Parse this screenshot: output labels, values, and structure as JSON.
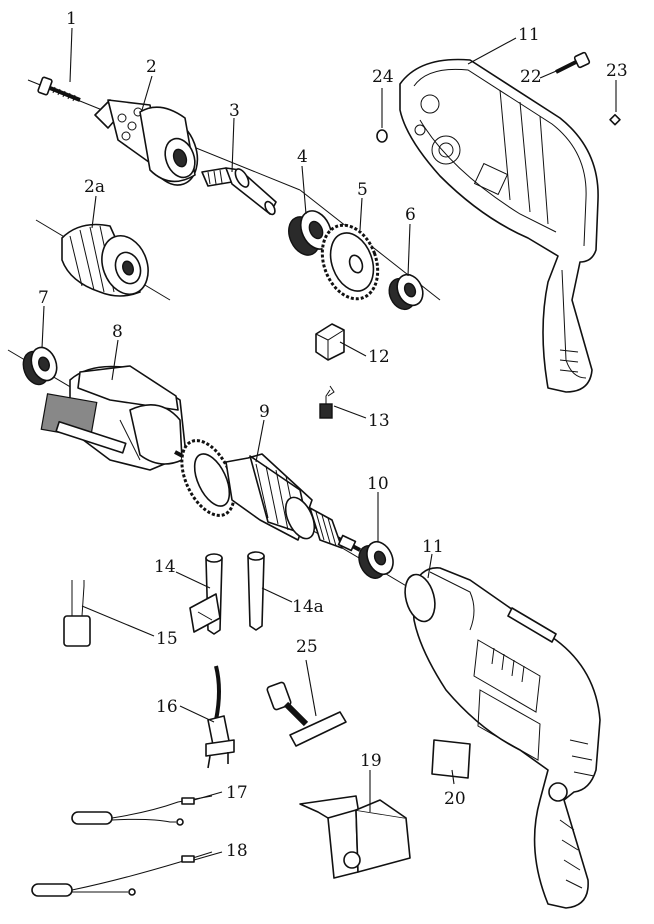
{
  "labels": {
    "p1": "1",
    "p2": "2",
    "p2a": "2a",
    "p3": "3",
    "p4": "4",
    "p5": "5",
    "p6": "6",
    "p7": "7",
    "p8": "8",
    "p9": "9",
    "p10": "10",
    "p11_top": "11",
    "p11_bottom": "11",
    "p12": "12",
    "p13": "13",
    "p14": "14",
    "p14a": "14a",
    "p15": "15",
    "p16": "16",
    "p17": "17",
    "p18": "18",
    "p19": "19",
    "p20": "20",
    "p22": "22",
    "p23": "23",
    "p24": "24",
    "p25": "25"
  }
}
